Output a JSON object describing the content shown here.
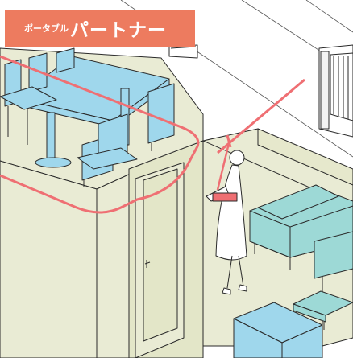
{
  "badge": {
    "prefix": "ポータブル",
    "title": "パートナー",
    "color": "#ed7b5f"
  },
  "scene": {
    "description_icons": [
      "dining-set",
      "sofa-set",
      "coffee-table",
      "door",
      "window",
      "ceiling-hoist-track",
      "caregiver-figure",
      "kitchen-counter"
    ],
    "colors": {
      "wall": "#e9ebd4",
      "furniture": "#9fd7ec",
      "sofa": "#9dd9d6",
      "track": "#ef6f73",
      "line": "#2a2a2a"
    }
  }
}
